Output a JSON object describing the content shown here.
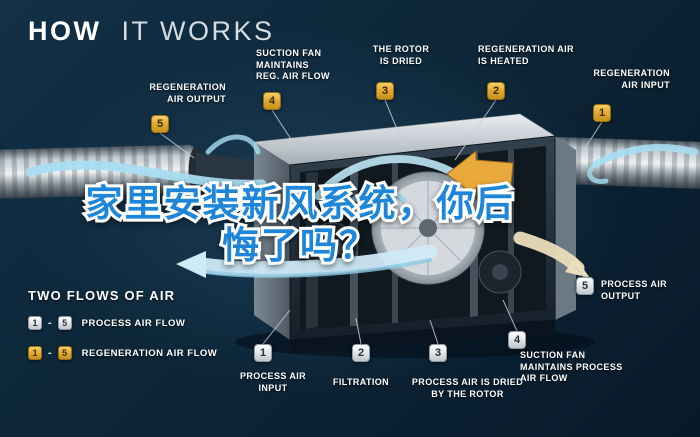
{
  "title": {
    "part_bold": "HOW",
    "part_light": "IT WORKS"
  },
  "overlay_text": {
    "line1": "家里安装新风系统，你后",
    "line2": "悔了吗？"
  },
  "regen_steps": [
    {
      "num": "1",
      "label": "REGENERATION\nAIR INPUT"
    },
    {
      "num": "2",
      "label": "REGENERATION AIR\nIS HEATED"
    },
    {
      "num": "3",
      "label": "THE ROTOR\nIS DRIED"
    },
    {
      "num": "4",
      "label": "SUCTION FAN\nMAINTAINS\nREG. AIR FLOW"
    },
    {
      "num": "5",
      "label": "REGENERATION\nAIR OUTPUT"
    }
  ],
  "process_steps": [
    {
      "num": "1",
      "label": "PROCESS AIR\nINPUT"
    },
    {
      "num": "2",
      "label": "FILTRATION"
    },
    {
      "num": "3",
      "label": "PROCESS AIR IS DRIED\nBY THE ROTOR"
    },
    {
      "num": "4",
      "label": "SUCTION FAN\nMAINTAINS PROCESS\nAIR FLOW"
    },
    {
      "num": "5",
      "label": "PROCESS AIR\nOUTPUT"
    }
  ],
  "legend": {
    "heading": "TWO FLOWS OF AIR",
    "rows": [
      {
        "from": "1",
        "separator": "-",
        "to": "5",
        "label": "PROCESS AIR FLOW"
      },
      {
        "from": "1",
        "separator": "-",
        "to": "5",
        "label": "REGENERATION AIR FLOW"
      }
    ]
  },
  "colors": {
    "background": "#0d2638",
    "badge_gold": "#e3ab35",
    "badge_silver": "#e4e8eb",
    "flow_blue": "#a9ddf2",
    "flow_tan": "#ecddbb",
    "overlay_blue": "#1e86d8"
  }
}
